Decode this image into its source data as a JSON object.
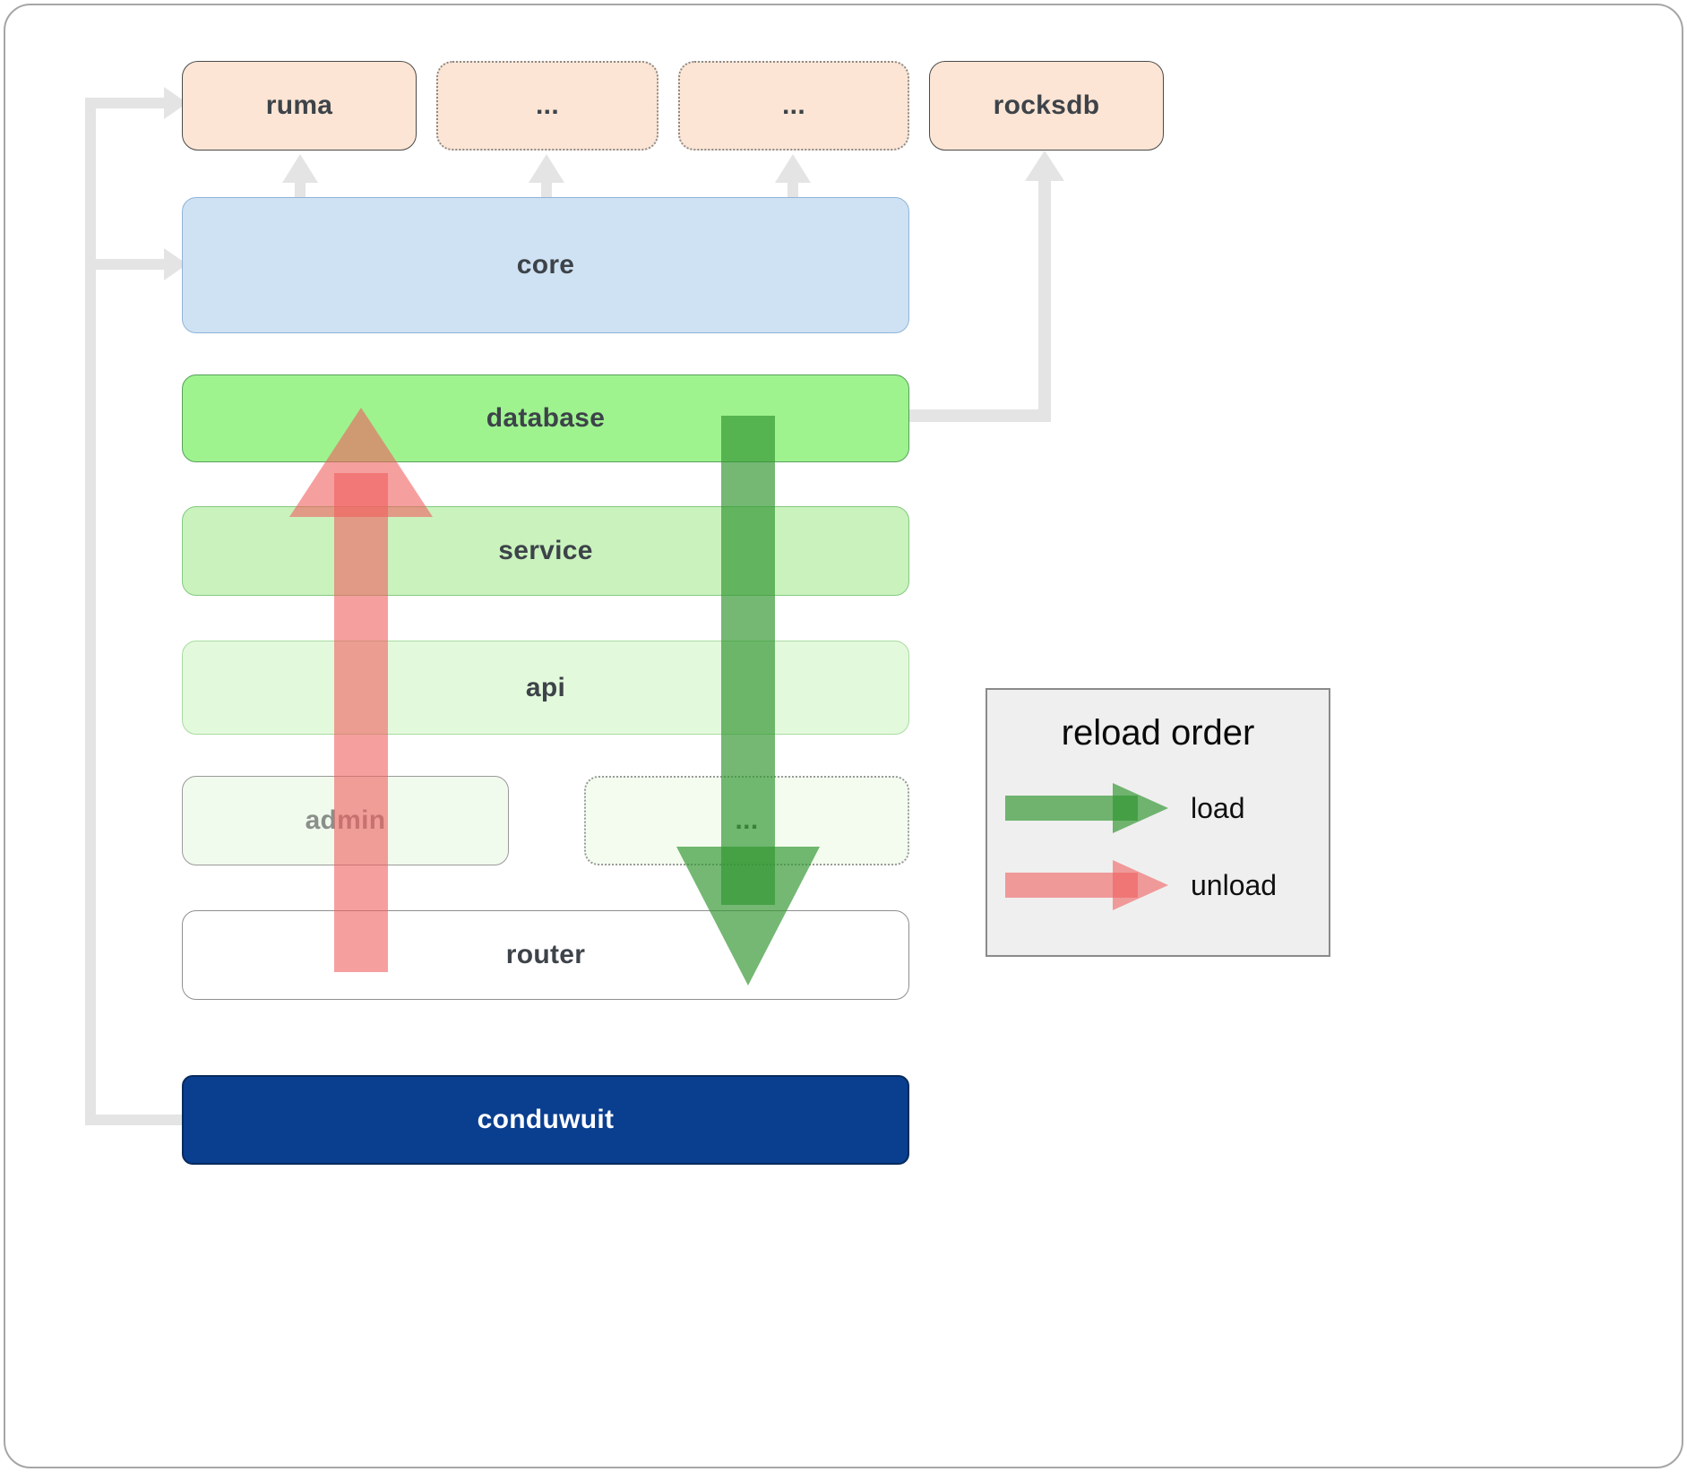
{
  "boxes": {
    "ruma": "ruma",
    "ellipsis_1": "...",
    "ellipsis_2": "...",
    "rocksdb": "rocksdb",
    "core": "core",
    "database": "database",
    "service": "service",
    "api": "api",
    "admin": "admin",
    "ellipsis_3": "...",
    "router": "router",
    "conduwuit": "conduwuit"
  },
  "legend": {
    "title": "reload order",
    "load": "load",
    "unload": "unload"
  },
  "colors": {
    "top_box_fill": "#fce5d4",
    "core_fill": "#cfe2f3",
    "database_fill": "#9ef38f",
    "service_fill": "#c9f2bd",
    "api_fill": "#e3f9dc",
    "admin_fill": "#f1fbed",
    "router_fill": "#ffffff",
    "conduwuit_fill": "#0a3e8f",
    "load_arrow": "#2e8b2e",
    "unload_arrow": "#ee5a5a",
    "connector_gray": "#e4e4e4"
  }
}
